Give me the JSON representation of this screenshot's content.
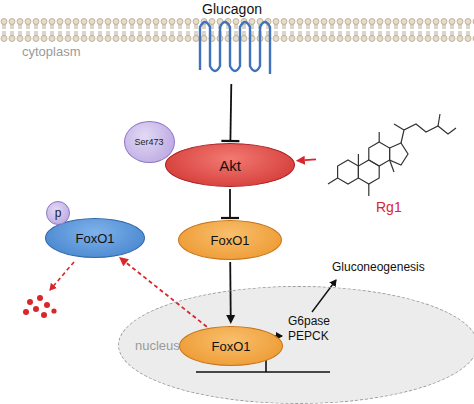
{
  "diagram": {
    "nodes": [
      {
        "text": [
          "Glucagon"
        ]
      },
      {
        "text": [
          "Ser473"
        ]
      },
      {
        "text": [
          "Akt"
        ]
      },
      {
        "text": [
          "Rg1"
        ]
      },
      {
        "text": [
          "p"
        ]
      },
      {
        "text": [
          "FoxO1"
        ]
      },
      {
        "text": [
          "FoxO1"
        ]
      },
      {
        "text": [
          "nucleus"
        ]
      },
      {
        "text": [
          "FoxO1"
        ],
        "in": 7
      }
    ],
    "edges": [
      {
        "from": 0,
        "to": 2,
        "arrow": "to"
      },
      {
        "from": 3,
        "to": 2,
        "arrow": "to"
      },
      {
        "from": 2,
        "to": 6,
        "arrow": "to"
      },
      {
        "from": 6,
        "to": 8,
        "arrow": "to"
      },
      {
        "from": 8,
        "to": 5,
        "arrow": "to"
      }
    ],
    "labels": [
      "cytoplasm",
      "G6pase",
      "PEPCK",
      "Gluconeogenesis"
    ]
  }
}
